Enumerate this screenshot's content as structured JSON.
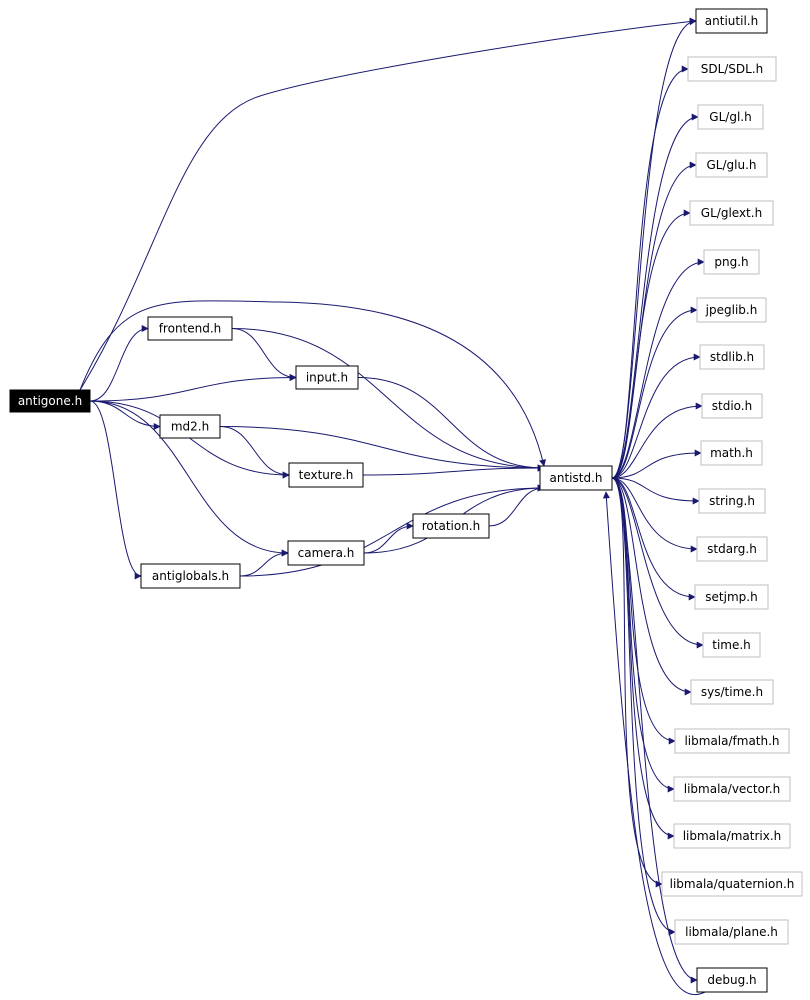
{
  "colors": {
    "edge": "#191970",
    "box_border": "#000000",
    "box_border_external": "#bfbfbf",
    "root_fill": "#000000",
    "root_text": "#ffffff"
  },
  "nodes": {
    "antigone": {
      "label": "antigone.h",
      "kind": "root"
    },
    "frontend": {
      "label": "frontend.h",
      "kind": "local"
    },
    "input": {
      "label": "input.h",
      "kind": "local"
    },
    "md2": {
      "label": "md2.h",
      "kind": "local"
    },
    "texture": {
      "label": "texture.h",
      "kind": "local"
    },
    "rotation": {
      "label": "rotation.h",
      "kind": "local"
    },
    "camera": {
      "label": "camera.h",
      "kind": "local"
    },
    "antiglobals": {
      "label": "antiglobals.h",
      "kind": "local"
    },
    "antistd": {
      "label": "antistd.h",
      "kind": "local"
    },
    "antiutil": {
      "label": "antiutil.h",
      "kind": "local"
    },
    "sdl": {
      "label": "SDL/SDL.h",
      "kind": "external"
    },
    "gl": {
      "label": "GL/gl.h",
      "kind": "external"
    },
    "glu": {
      "label": "GL/glu.h",
      "kind": "external"
    },
    "glext": {
      "label": "GL/glext.h",
      "kind": "external"
    },
    "png": {
      "label": "png.h",
      "kind": "external"
    },
    "jpeglib": {
      "label": "jpeglib.h",
      "kind": "external"
    },
    "stdlib": {
      "label": "stdlib.h",
      "kind": "external"
    },
    "stdio": {
      "label": "stdio.h",
      "kind": "external"
    },
    "math": {
      "label": "math.h",
      "kind": "external"
    },
    "string": {
      "label": "string.h",
      "kind": "external"
    },
    "stdarg": {
      "label": "stdarg.h",
      "kind": "external"
    },
    "setjmp": {
      "label": "setjmp.h",
      "kind": "external"
    },
    "time": {
      "label": "time.h",
      "kind": "external"
    },
    "systime": {
      "label": "sys/time.h",
      "kind": "external"
    },
    "fmath": {
      "label": "libmala/fmath.h",
      "kind": "external"
    },
    "vector": {
      "label": "libmala/vector.h",
      "kind": "external"
    },
    "matrix": {
      "label": "libmala/matrix.h",
      "kind": "external"
    },
    "quaternion": {
      "label": "libmala/quaternion.h",
      "kind": "external"
    },
    "plane": {
      "label": "libmala/plane.h",
      "kind": "external"
    },
    "debug": {
      "label": "debug.h",
      "kind": "local"
    }
  },
  "edges": [
    [
      "antigone",
      "antiutil"
    ],
    [
      "antigone",
      "frontend"
    ],
    [
      "antigone",
      "input"
    ],
    [
      "antigone",
      "md2"
    ],
    [
      "antigone",
      "texture"
    ],
    [
      "antigone",
      "camera"
    ],
    [
      "antigone",
      "antiglobals"
    ],
    [
      "antigone",
      "antistd"
    ],
    [
      "frontend",
      "input"
    ],
    [
      "frontend",
      "antistd"
    ],
    [
      "input",
      "antistd"
    ],
    [
      "md2",
      "texture"
    ],
    [
      "md2",
      "antistd"
    ],
    [
      "texture",
      "antistd"
    ],
    [
      "camera",
      "rotation"
    ],
    [
      "camera",
      "antistd"
    ],
    [
      "rotation",
      "antistd"
    ],
    [
      "antiglobals",
      "camera"
    ],
    [
      "antiglobals",
      "antistd"
    ],
    [
      "antistd",
      "antiutil"
    ],
    [
      "antistd",
      "sdl"
    ],
    [
      "antistd",
      "gl"
    ],
    [
      "antistd",
      "glu"
    ],
    [
      "antistd",
      "glext"
    ],
    [
      "antistd",
      "png"
    ],
    [
      "antistd",
      "jpeglib"
    ],
    [
      "antistd",
      "stdlib"
    ],
    [
      "antistd",
      "stdio"
    ],
    [
      "antistd",
      "math"
    ],
    [
      "antistd",
      "string"
    ],
    [
      "antistd",
      "stdarg"
    ],
    [
      "antistd",
      "setjmp"
    ],
    [
      "antistd",
      "time"
    ],
    [
      "antistd",
      "systime"
    ],
    [
      "antistd",
      "fmath"
    ],
    [
      "antistd",
      "vector"
    ],
    [
      "antistd",
      "matrix"
    ],
    [
      "antistd",
      "quaternion"
    ],
    [
      "antistd",
      "plane"
    ],
    [
      "antistd",
      "debug"
    ],
    [
      "debug",
      "antistd"
    ]
  ]
}
